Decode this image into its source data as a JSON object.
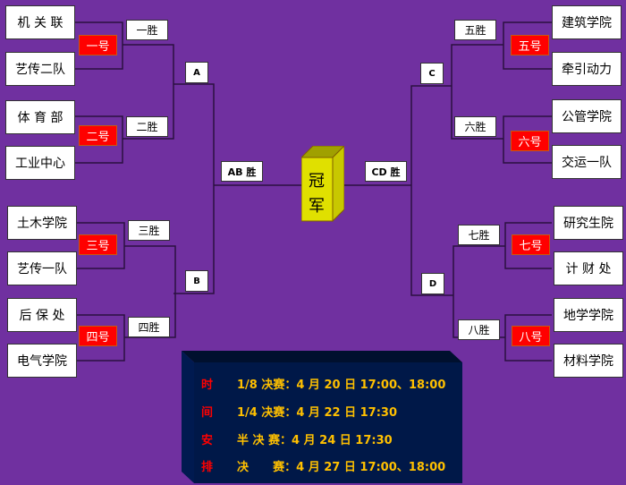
{
  "left_teams": [
    "机 关 联",
    "艺传二队",
    "体 育 部",
    "工业中心",
    "土木学院",
    "艺传一队",
    "后 保 处",
    "电气学院"
  ],
  "right_teams": [
    "建筑学院",
    "牵引动力",
    "公管学院",
    "交运一队",
    "研究生院",
    "计 财 处",
    "地学学院",
    "材料学院"
  ],
  "seeds": [
    "一号",
    "二号",
    "三号",
    "四号",
    "五号",
    "六号",
    "七号",
    "八号"
  ],
  "winners": [
    "一胜",
    "二胜",
    "三胜",
    "四胜",
    "五胜",
    "六胜",
    "七胜",
    "八胜"
  ],
  "semis": [
    "A",
    "B",
    "C",
    "D"
  ],
  "finals": {
    "ab": "AB 胜",
    "cd": "CD 胜"
  },
  "champion": [
    "冠",
    "军"
  ],
  "schedule": [
    {
      "key": "时",
      "text": "1/8 决赛：4 月 20 日 17:00、18:00"
    },
    {
      "key": "间",
      "text": "1/4 决赛：4 月 22 日 17:30"
    },
    {
      "key": "安",
      "text": "半 决 赛：4 月 24 日 17:30"
    },
    {
      "key": "排",
      "text": "决      赛：4 月 27 日 17:00、18:00"
    }
  ]
}
